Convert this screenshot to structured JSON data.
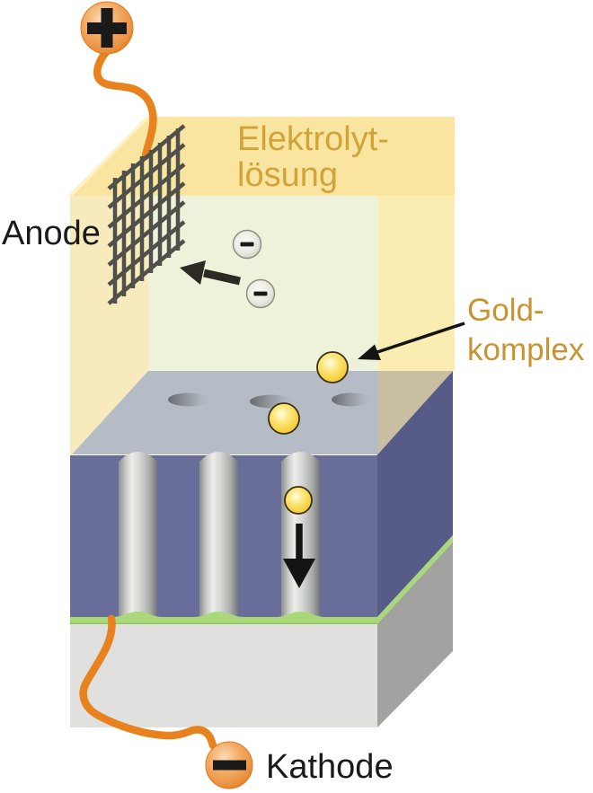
{
  "labels": {
    "anode": "Anode",
    "cathode": "Kathode",
    "electrolyte_line1": "Elektrolyt-",
    "electrolyte_line2": "lösung",
    "gold_complex_line1": "Gold-",
    "gold_complex_line2": "komplex"
  },
  "symbols": {
    "anode_terminal": "+",
    "cathode_terminal": "−",
    "anion": "−"
  },
  "entities": {
    "gold_sphere_count": 3,
    "anion_count": 2,
    "pore_channel_count": 3,
    "pore_opening_count": 3
  },
  "colors": {
    "electrolyte_top": "#FAE5A0",
    "electrolyte_left": "#F7EABC",
    "electrolyte_right": "#FBECB2",
    "electrolyte_inner": "#EEF2DA",
    "corner_bevel": "#FDF2C6",
    "membrane_top": "#B6BCC6",
    "membrane_top_tinted": "#C8BEA1",
    "membrane_front": "#696D9A",
    "membrane_side": "#575B88",
    "gold_layer": "#A9D87B",
    "gold_layer_edge": "#8CC05A",
    "base_front": "#E0E0DE",
    "base_side": "#A2A2A0",
    "wire": "#E8821E",
    "mesh": "#50504A",
    "arrow_dark": "#2B2B23",
    "arrow_black": "#141414",
    "label_electrolyte": "#D2A438",
    "label_gold": "#C79432",
    "text_black": "#1A1A1A",
    "sphere_gold": "#F6CE3A",
    "terminal_orange": "#E8913F"
  }
}
